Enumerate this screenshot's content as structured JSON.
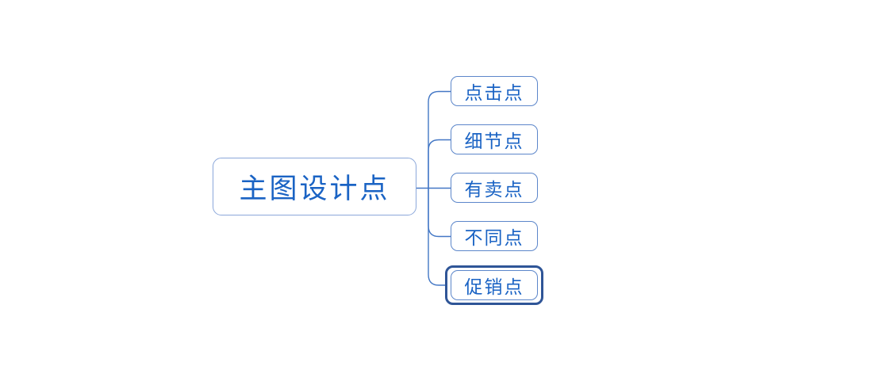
{
  "diagram": {
    "type": "mindmap",
    "root": {
      "label": "主图设计点"
    },
    "children": [
      {
        "label": "点击点",
        "selected": false
      },
      {
        "label": "细节点",
        "selected": false
      },
      {
        "label": "有卖点",
        "selected": false
      },
      {
        "label": "不同点",
        "selected": false
      },
      {
        "label": "促销点",
        "selected": true
      }
    ],
    "colors": {
      "background": "#ffffff",
      "node-text": "#1a63c4",
      "root-border": "#8ba7da",
      "child-border": "#5c86ca",
      "connector": "#4377c5",
      "selected-border": "#2f5597"
    }
  }
}
